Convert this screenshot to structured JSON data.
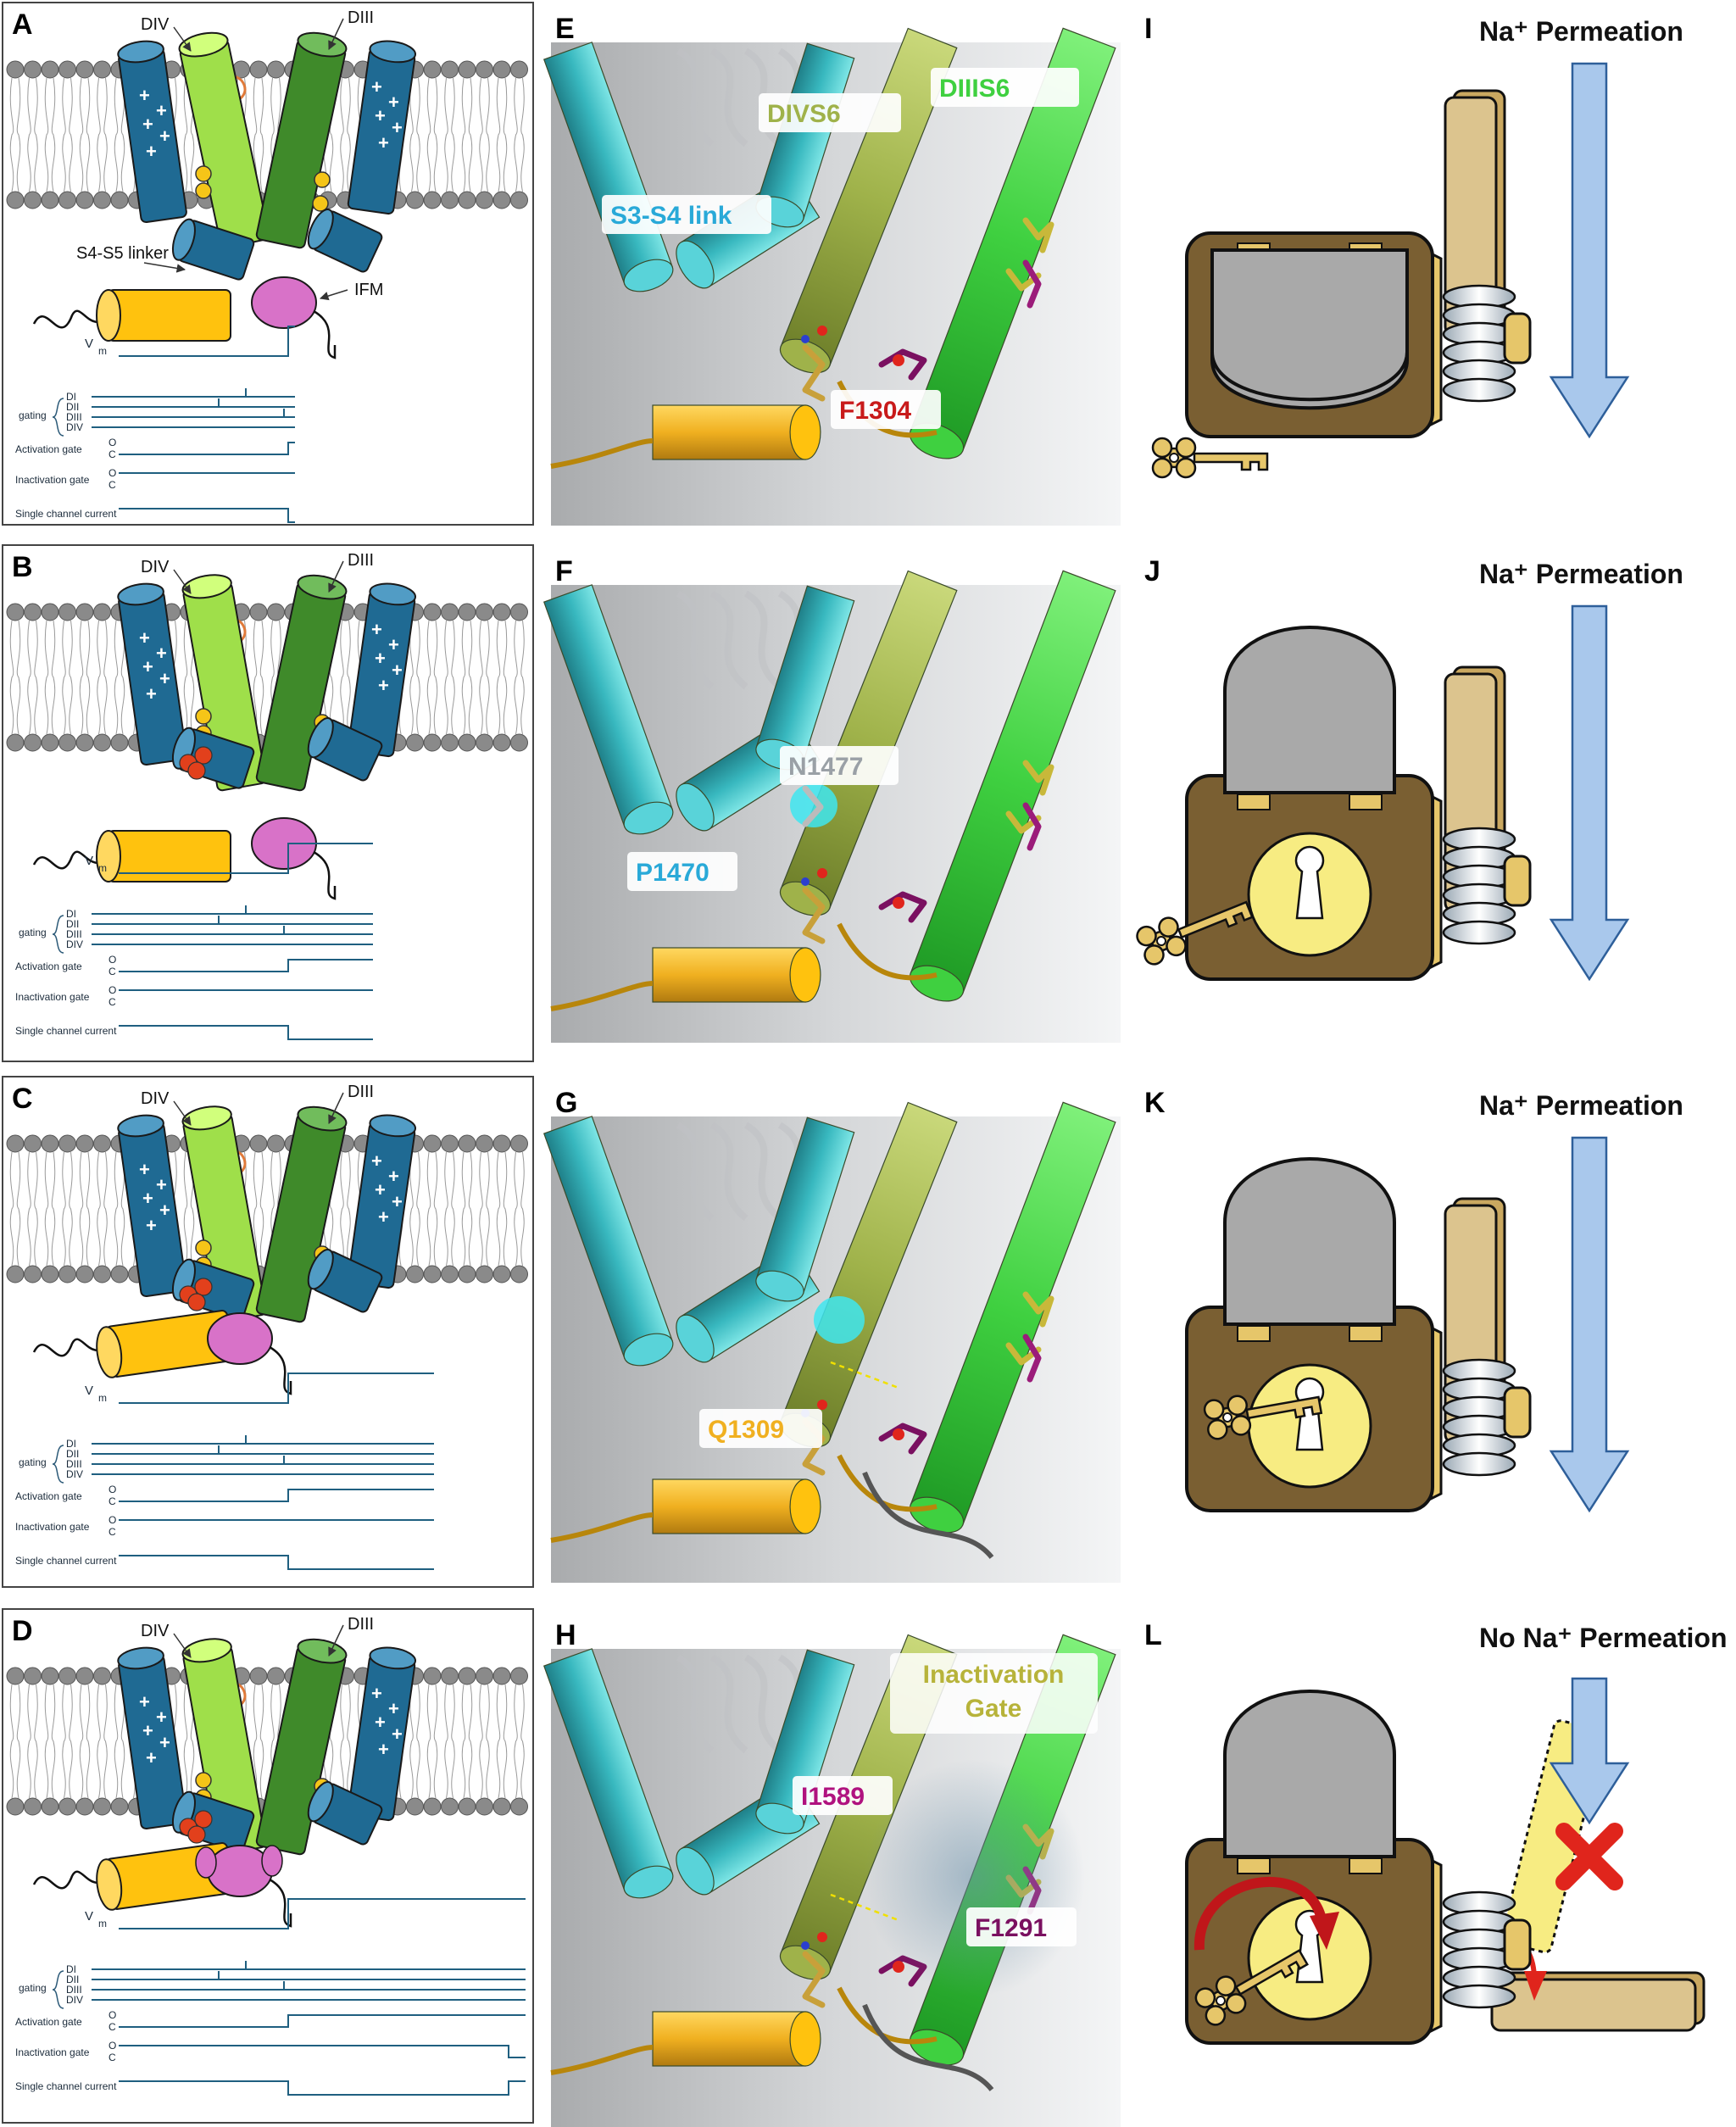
{
  "panels": {
    "A": {
      "letter": "A",
      "div": "DIV",
      "diii": "DIII",
      "linker": "S4-S5 linker",
      "ifm": "IFM"
    },
    "B": {
      "letter": "B",
      "div": "DIV",
      "diii": "DIII"
    },
    "C": {
      "letter": "C",
      "div": "DIV",
      "diii": "DIII"
    },
    "D": {
      "letter": "D",
      "div": "DIV",
      "diii": "DIII"
    },
    "E": {
      "letter": "E",
      "s3s4": "S3-S4 link",
      "divs6": "DIVS6",
      "diiis6": "DIIIS6",
      "res": "F1304"
    },
    "F": {
      "letter": "F",
      "res1": "N1477",
      "res2": "P1470"
    },
    "G": {
      "letter": "G",
      "res": "Q1309"
    },
    "H": {
      "letter": "H",
      "gate": "Inactivation Gate",
      "res1": "I1589",
      "res2": "F1291"
    },
    "I": {
      "letter": "I",
      "title": "Na⁺ Permeation"
    },
    "J": {
      "letter": "J",
      "title": "Na⁺ Permeation"
    },
    "K": {
      "letter": "K",
      "title": "Na⁺ Permeation"
    },
    "L": {
      "letter": "L",
      "title": "No Na⁺ Permeation"
    }
  },
  "traces": {
    "vm": "V",
    "vm_sub": "m",
    "gating": "gating",
    "domains": [
      "DI",
      "DII",
      "DIII",
      "DIV"
    ],
    "activation": "Activation gate",
    "inactivation": "Inactivation gate",
    "o": "O",
    "c": "C",
    "current": "Single channel current"
  },
  "colors": {
    "vsd_blue": "#1f6a93",
    "divs6": "#9fdf4a",
    "diiis6": "#3f8a2a",
    "linker": "#ffc20e",
    "ifm": "#d872c8",
    "loop": "#e07a3a",
    "trace": "#1f5f80",
    "arrow": "#a9c8ec",
    "lock_body": "#7a5f32",
    "lock_face": "#f7ec82",
    "lever": "#dcc48e",
    "red": "#e0251c"
  }
}
